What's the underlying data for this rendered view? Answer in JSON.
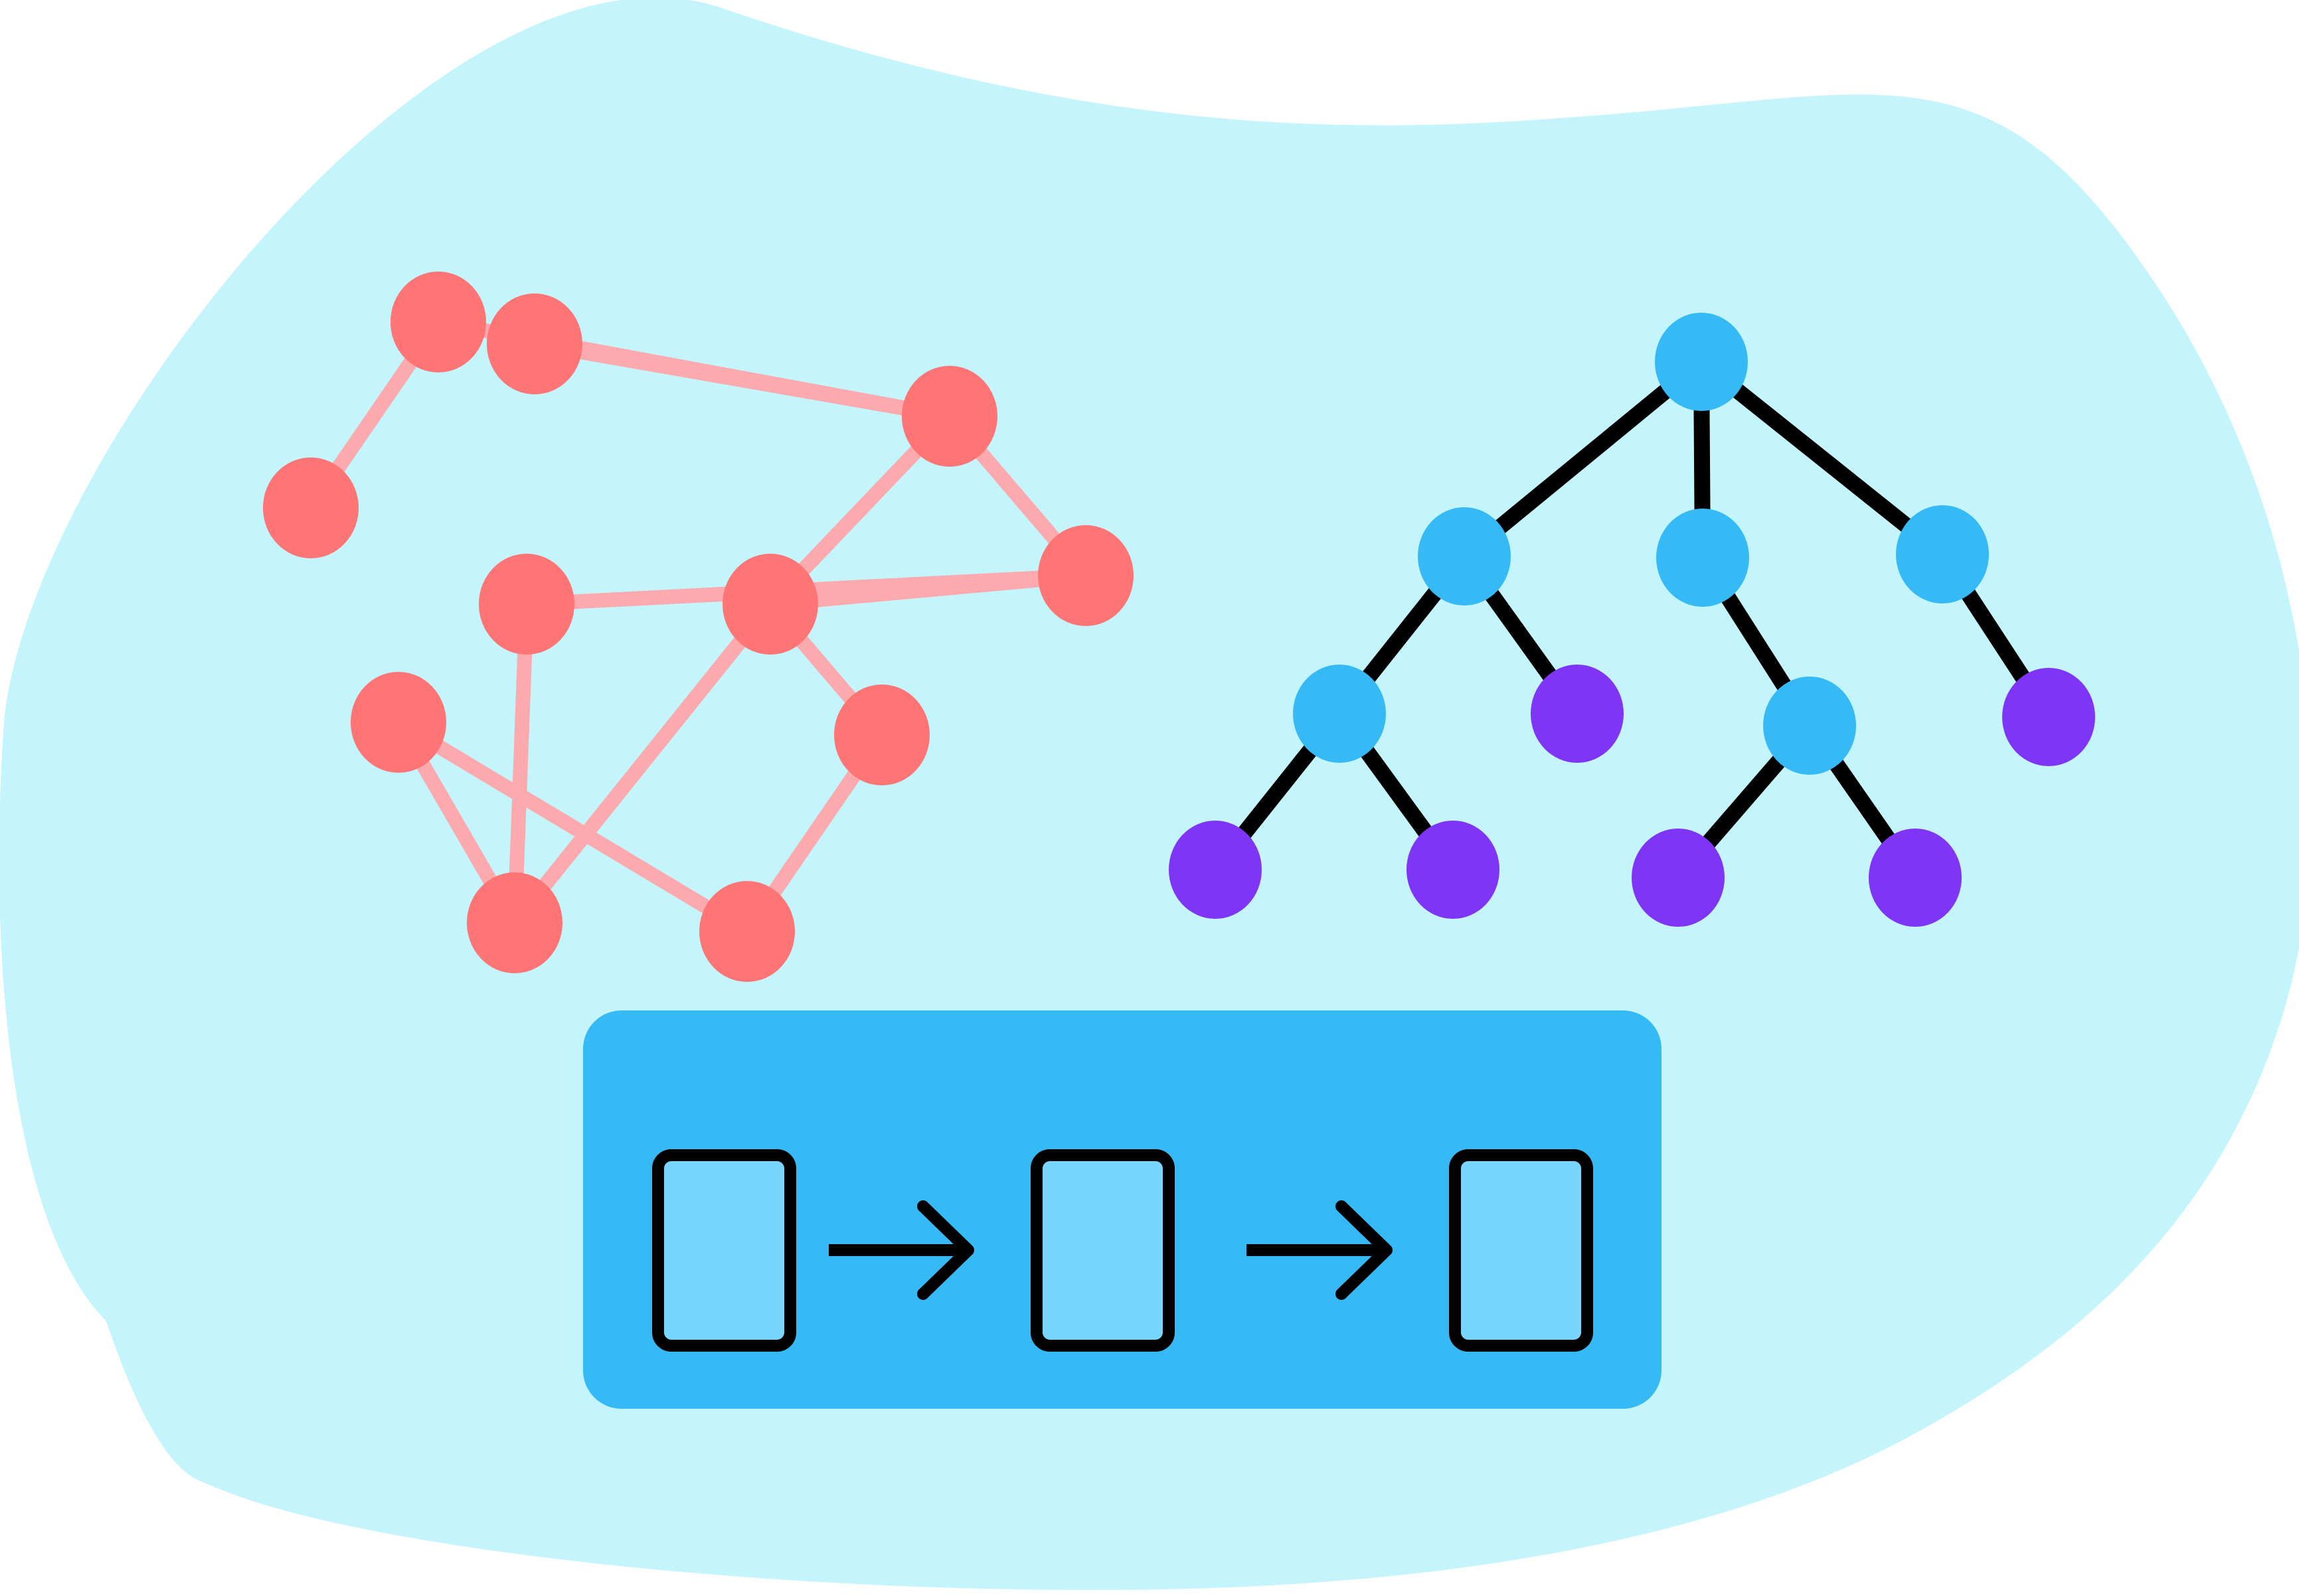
{
  "colors": {
    "page_background": "#ffffff",
    "blob": "#c5f5fc",
    "graph_node": "#ff7575",
    "graph_edge": "#fcaaad",
    "tree_node_internal": "#35baf6",
    "tree_node_leaf": "#7e35f6",
    "tree_edge": "#000000",
    "pipeline_panel": "#35baf6",
    "pipeline_box_fill": "#78d5fd",
    "pipeline_stroke": "#000000"
  },
  "graph": {
    "node_count": 11,
    "edges": [
      [
        0,
        1
      ],
      [
        1,
        2
      ],
      [
        1,
        3
      ],
      [
        2,
        4
      ],
      [
        2,
        3
      ],
      [
        3,
        5
      ],
      [
        4,
        6
      ],
      [
        5,
        8
      ],
      [
        8,
        7
      ],
      [
        7,
        6
      ],
      [
        3,
        6
      ],
      [
        9,
        10
      ],
      [
        10,
        1
      ]
    ],
    "node_icon": "circle-node"
  },
  "tree": {
    "levels": [
      [
        "internal"
      ],
      [
        "internal",
        "internal",
        "internal"
      ],
      [
        "internal",
        "leaf",
        "internal",
        "leaf"
      ],
      [
        "leaf",
        "leaf",
        "leaf",
        "leaf"
      ]
    ],
    "edges": [
      [
        0,
        1
      ],
      [
        0,
        2
      ],
      [
        0,
        3
      ],
      [
        1,
        4
      ],
      [
        1,
        5
      ],
      [
        2,
        6
      ],
      [
        3,
        7
      ],
      [
        4,
        8
      ],
      [
        4,
        9
      ],
      [
        6,
        10
      ],
      [
        6,
        11
      ]
    ]
  },
  "pipeline": {
    "stages": 3,
    "arrow_icon": "arrow-right-icon"
  }
}
